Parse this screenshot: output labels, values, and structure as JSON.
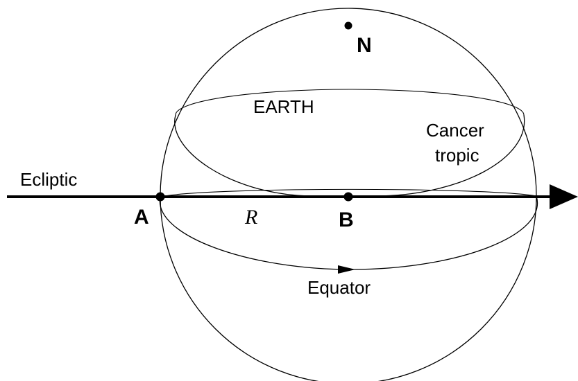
{
  "labels": {
    "north": "N",
    "earth": "EARTH",
    "cancer_line1": "Cancer",
    "cancer_line2": "tropic",
    "ecliptic": "Ecliptic",
    "point_a": "A",
    "radius": "R",
    "point_b": "B",
    "equator": "Equator"
  },
  "colors": {
    "ink": "#000000",
    "background": "#ffffff"
  }
}
